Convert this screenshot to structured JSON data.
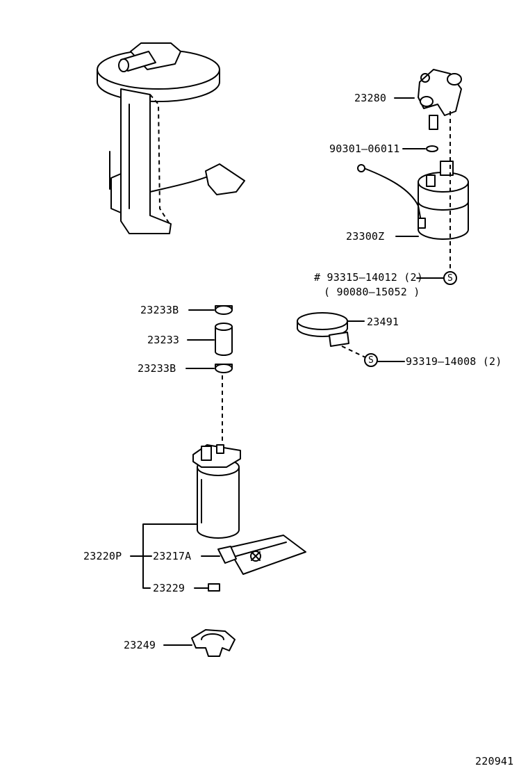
{
  "diagram": {
    "labels": {
      "p23280": "23280",
      "p90301": "90301–06011",
      "p23300z": "23300Z",
      "p93315": "# 93315–14012 (2)",
      "p90080": "( 90080–15052 )",
      "p23491": "23491",
      "p93319": "93319–14008 (2)",
      "p23233b_top": "23233B",
      "p23233": "23233",
      "p23233b_bottom": "23233B",
      "p23220p": "23220P",
      "p23217a": "23217A",
      "p23229": "23229",
      "p23249": "23249",
      "s_mark_1": "S",
      "s_mark_2": "S",
      "figure_number": "220941"
    }
  }
}
